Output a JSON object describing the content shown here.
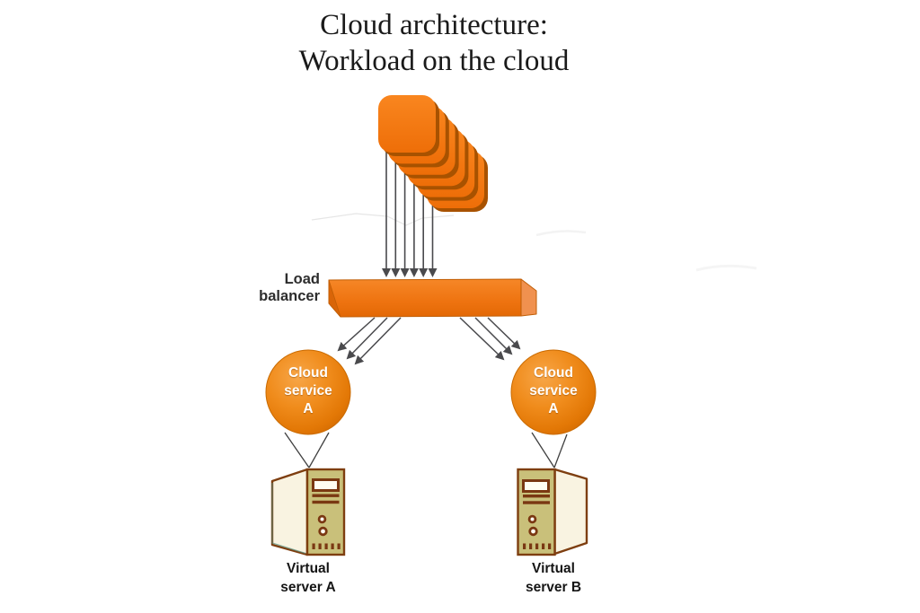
{
  "title": {
    "line1": "Cloud architecture:",
    "line2": "Workload on the cloud"
  },
  "diagram": {
    "workload": {
      "count": 6
    },
    "load_balancer": {
      "label": [
        "Load",
        "balancer"
      ]
    },
    "cloud_services": [
      {
        "lines": [
          "Cloud",
          "service",
          "A"
        ]
      },
      {
        "lines": [
          "Cloud",
          "service",
          "A"
        ]
      }
    ],
    "virtual_servers": [
      {
        "lines": [
          "Virtual",
          "server A"
        ]
      },
      {
        "lines": [
          "Virtual",
          "server B"
        ]
      }
    ],
    "colors": {
      "orange": "#F5791D",
      "orange_shadow": "#A85200",
      "orange_dark": "#C05E06",
      "bar_side": "#F0914F",
      "arrow": "#4A4A4D",
      "connector": "#3F3F3F",
      "sphere_rim": "#C96A00",
      "server_front": "#C9C07A",
      "server_side": "#F9F3E1",
      "server_outline": "#7E3E10",
      "server_detail": "#7A3812",
      "teal_accent": "#5C9383",
      "label_text": "#2D2D2D",
      "title_text": "#1A1A1A"
    }
  }
}
